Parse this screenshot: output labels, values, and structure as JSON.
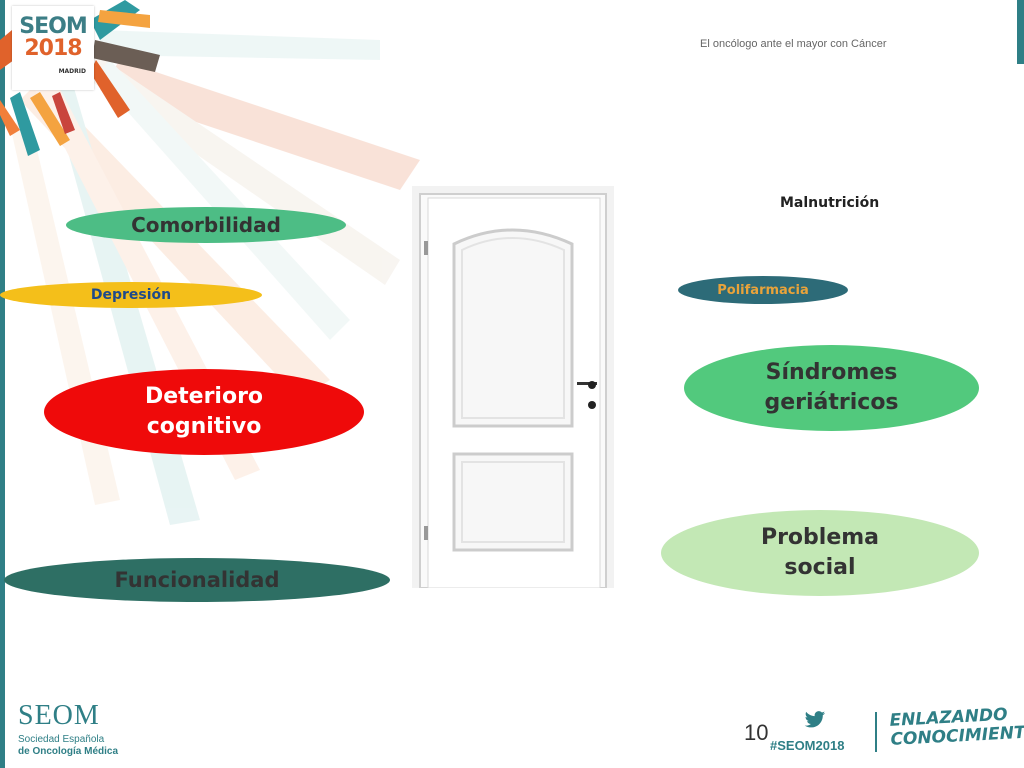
{
  "header": {
    "title": "El oncólogo ante el mayor con Cáncer"
  },
  "logo": {
    "name": "SEOM",
    "year": "2018",
    "city": "MADRID"
  },
  "factors": {
    "comorbilidad": "Comorbilidad",
    "depresion": "Depresión",
    "deterioro_line1": "Deterioro",
    "deterioro_line2": "cognitivo",
    "funcionalidad": "Funcionalidad",
    "malnutricion": "Malnutrición",
    "polifarmacia": "Polifarmacia",
    "sindromes_line1": "Síndromes",
    "sindromes_line2": "geriátricos",
    "problema_line1": "Problema",
    "problema_line2": "social"
  },
  "footer": {
    "org_name": "SEOM",
    "org_line1": "Sociedad Española",
    "org_line2": "de Oncología Médica",
    "page_number": "10",
    "hashtag": "#SEOM2018",
    "slogan_line1": "ENLAZANDO",
    "slogan_line2": "CONOCIMIENTO"
  },
  "colors": {
    "brand_teal": "#2f7f86",
    "brand_orange": "#e0622b",
    "comorbilidad": "#4dbd85",
    "depresion": "#f4bf1a",
    "deterioro": "#ef0a0a",
    "funcionalidad": "#2e6f64",
    "polifarmacia": "#2d6b78",
    "sindromes": "#52c97d",
    "problema": "#c3e8b5"
  },
  "icons": [
    "twitter-bird-icon"
  ]
}
